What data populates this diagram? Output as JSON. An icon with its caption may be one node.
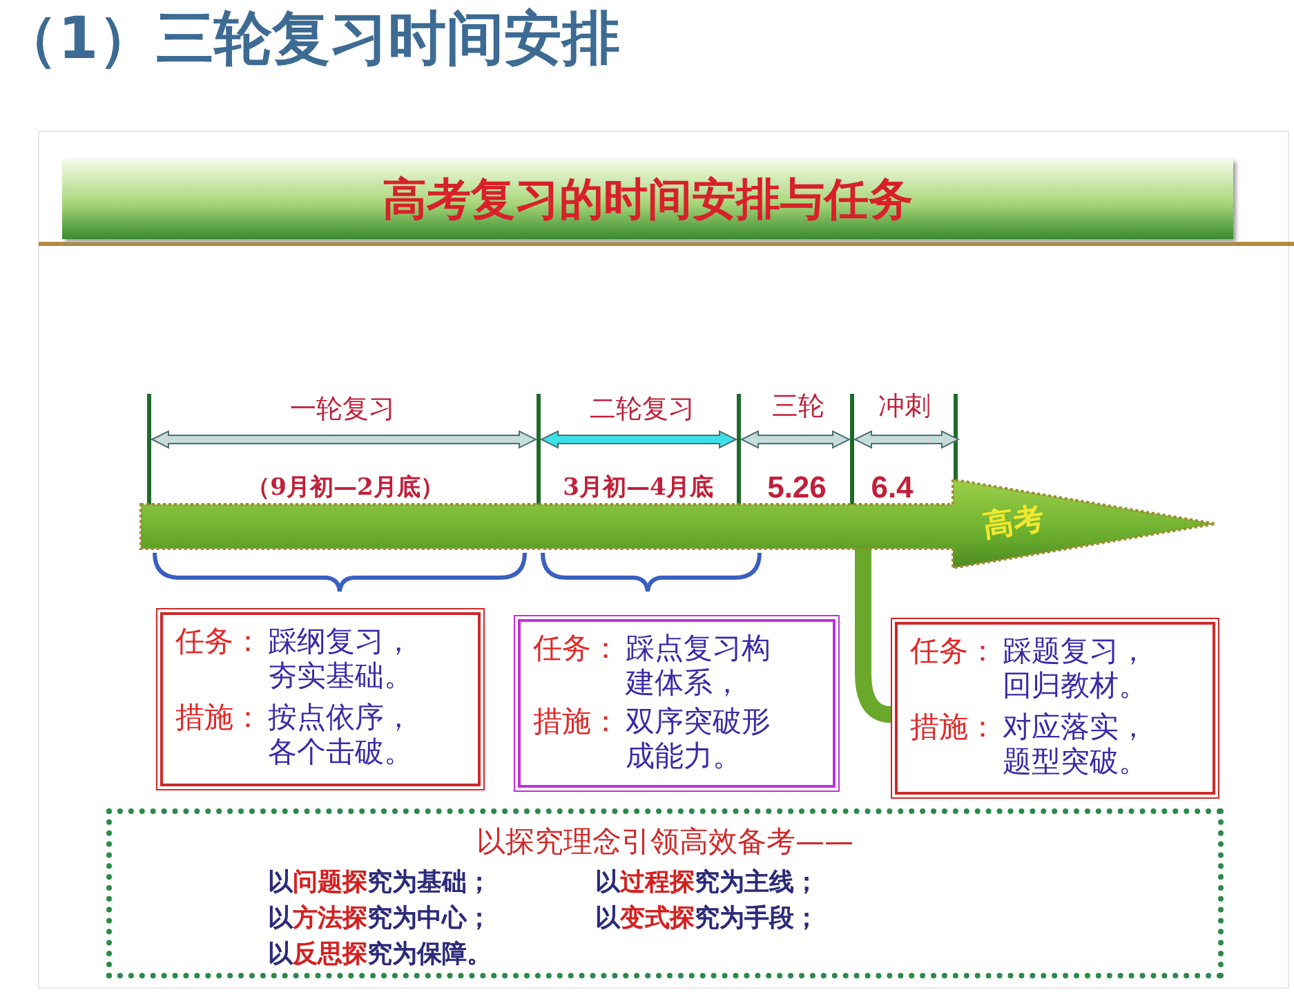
{
  "diagram": {
    "title": "（1）三轮复习时间安排",
    "nodes": [
      {
        "text": [
          "高考复习的时间安排与任务"
        ]
      },
      {
        "text": [
          "高考"
        ]
      },
      {
        "text": [
          "任务：",
          "踩纲复习，夯实基础。",
          "措施：",
          "按点依序，各个击破。"
        ]
      },
      {
        "text": [
          "任务：",
          "踩点复习构建体系，",
          "措施：",
          "双序突破形成能力。"
        ]
      },
      {
        "text": [
          "任务：",
          "踩题复习，回归教材。",
          "措施：",
          "对应落实，题型突破。"
        ]
      },
      {
        "text": [
          "以探究理念引领高效备考——",
          "以**问题探**究为基础；",
          "以**过程探**究为主线；",
          "以**方法探**究为中心；",
          "以**变式探**究为手段；",
          "以**反思探**究为保障。"
        ]
      }
    ],
    "edges": [
      {
        "from": 1,
        "to": 4,
        "arrow": "none"
      }
    ],
    "labels": [
      "一轮复习",
      "二轮复习",
      "三轮",
      "冲刺",
      "（9月初—2月底）",
      "3月初—4月底",
      "5.26",
      "6.4"
    ]
  }
}
